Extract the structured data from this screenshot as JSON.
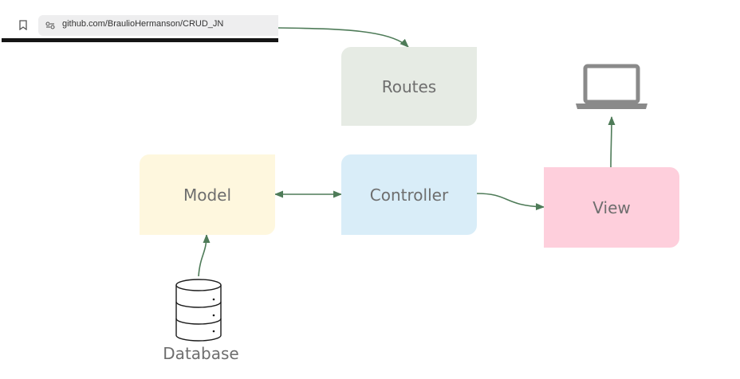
{
  "browser": {
    "url": "github.com/BraulioHermanson/CRUD_JN"
  },
  "diagram": {
    "routes_label": "Routes",
    "model_label": "Model",
    "controller_label": "Controller",
    "view_label": "View",
    "database_label": "Database"
  },
  "colors": {
    "arrow": "#4e7b58",
    "routes_fill": "#e6ebe4",
    "model_fill": "#fef7de",
    "controller_fill": "#d9edf8",
    "view_fill": "#fecfdc",
    "label_text": "#6e6e6e"
  },
  "icons": [
    "bookmark-icon",
    "tune-icon",
    "laptop-icon",
    "database-icon"
  ]
}
